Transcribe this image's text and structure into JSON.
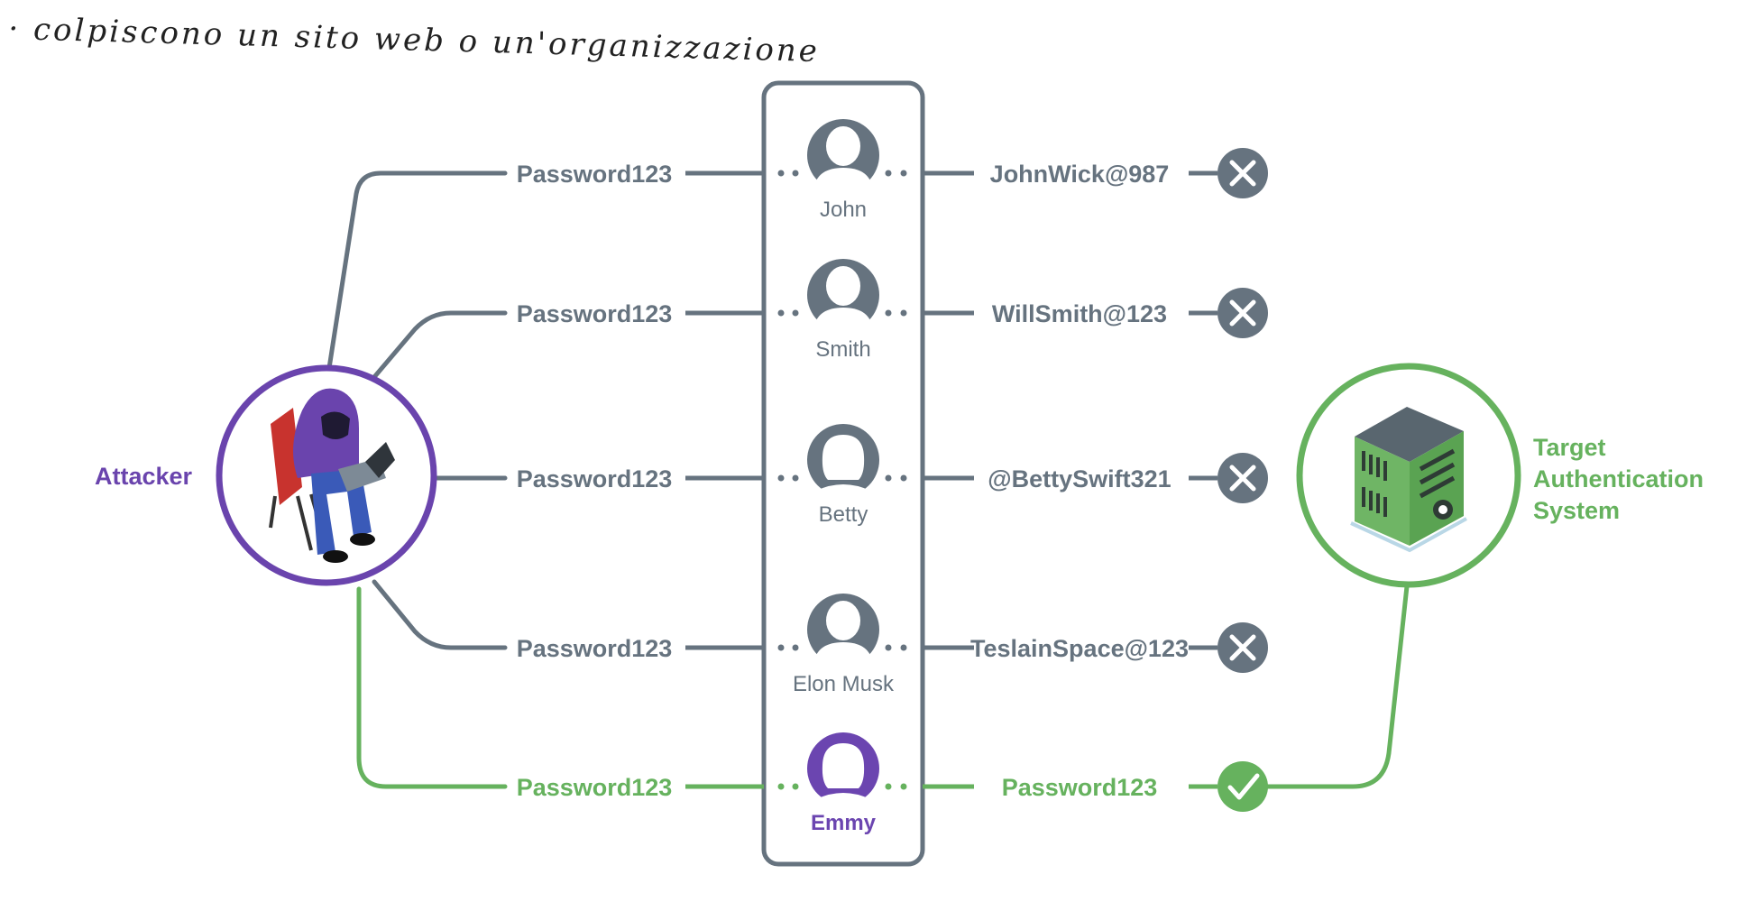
{
  "note": "· colpiscono   un sito web  o un'organizzazione",
  "colors": {
    "gray": "#66737f",
    "green": "#66b25e",
    "purple": "#6a44ad",
    "user_purple": "#6b45b0"
  },
  "attacker": {
    "label": "Attacker",
    "icon": "hooded-hacker-with-laptop-icon"
  },
  "target": {
    "label_lines": [
      "Target",
      "Authentication",
      "System"
    ],
    "icon": "server-icon"
  },
  "attempts": [
    {
      "sprayed": "Password123",
      "user": "John",
      "actual": "JohnWick@987",
      "result": "fail",
      "avatar": "male-user-icon"
    },
    {
      "sprayed": "Password123",
      "user": "Smith",
      "actual": "WillSmith@123",
      "result": "fail",
      "avatar": "male-user-icon"
    },
    {
      "sprayed": "Password123",
      "user": "Betty",
      "actual": "@BettySwift321",
      "result": "fail",
      "avatar": "female-user-icon"
    },
    {
      "sprayed": "Password123",
      "user": "Elon Musk",
      "actual": "TeslainSpace@123",
      "result": "fail",
      "avatar": "male-user-icon"
    },
    {
      "sprayed": "Password123",
      "user": "Emmy",
      "actual": "Password123",
      "result": "success",
      "avatar": "female-user-icon"
    }
  ]
}
